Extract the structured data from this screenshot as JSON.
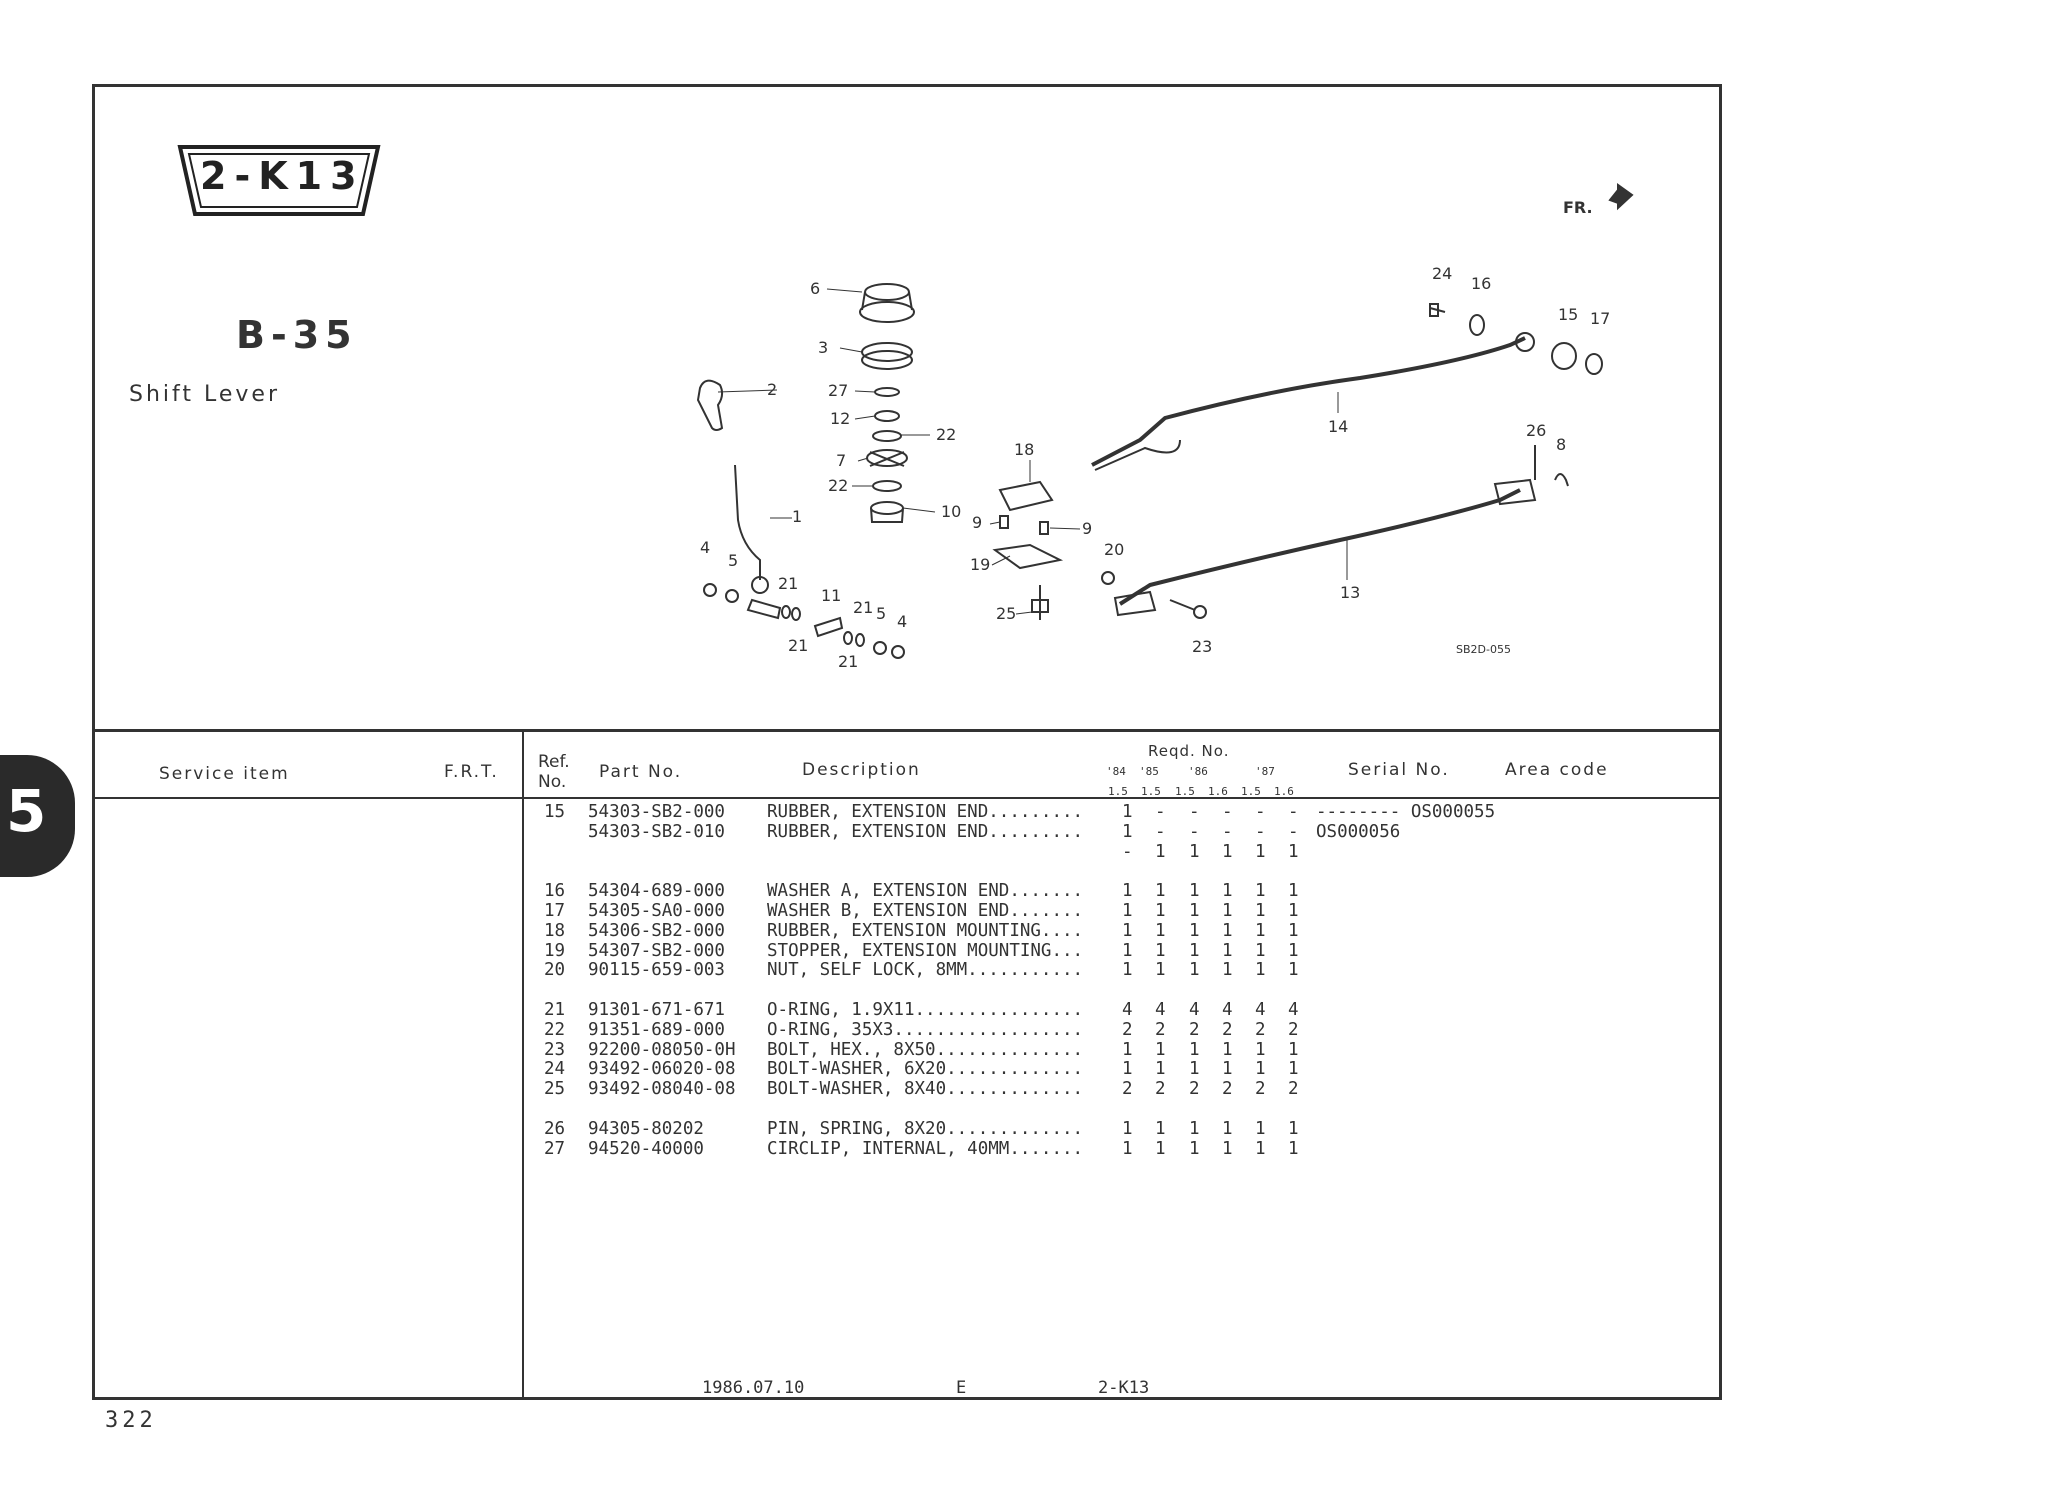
{
  "header": {
    "group_code": "2-K13",
    "group_number": "B-35",
    "section_title": "Shift Lever",
    "chapter_tab": "5"
  },
  "diagram": {
    "direction_label": "FR.",
    "drawing_code": "SB2D-055",
    "callouts": [
      "6",
      "3",
      "2",
      "27",
      "12",
      "22",
      "7",
      "22",
      "10",
      "1",
      "4",
      "5",
      "21",
      "11",
      "21",
      "5",
      "4",
      "21",
      "21",
      "18",
      "9",
      "9",
      "19",
      "20",
      "25",
      "23",
      "13",
      "14",
      "24",
      "16",
      "15",
      "17",
      "26",
      "8"
    ]
  },
  "table": {
    "headers": {
      "service_item": "Service item",
      "frt": "F.R.T.",
      "ref_no_1": "Ref.",
      "ref_no_2": "No.",
      "part_no": "Part No.",
      "description": "Description",
      "reqd_no": "Reqd. No.",
      "years": [
        "'84",
        "'85",
        "'86",
        "'87"
      ],
      "engines": [
        "1.5",
        "1.5",
        "1.5",
        "1.6",
        "1.5",
        "1.6"
      ],
      "serial_no": "Serial No.",
      "area_code": "Area code"
    },
    "groups": [
      [
        {
          "ref": "15",
          "part": "54303-SB2-000",
          "desc": "RUBBER, EXTENSION END.........",
          "qty": [
            "1",
            "-",
            "-",
            "-",
            "-",
            "-"
          ],
          "serial": "-------- OS000055"
        },
        {
          "ref": "",
          "part": "54303-SB2-010",
          "desc": "RUBBER, EXTENSION END.........",
          "qty": [
            "1",
            "-",
            "-",
            "-",
            "-",
            "-"
          ],
          "serial": "OS000056"
        },
        {
          "ref": "",
          "part": "",
          "desc": "",
          "qty": [
            "-",
            "1",
            "1",
            "1",
            "1",
            "1"
          ],
          "serial": ""
        }
      ],
      [
        {
          "ref": "16",
          "part": "54304-689-000",
          "desc": "WASHER A, EXTENSION END.......",
          "qty": [
            "1",
            "1",
            "1",
            "1",
            "1",
            "1"
          ],
          "serial": ""
        },
        {
          "ref": "17",
          "part": "54305-SA0-000",
          "desc": "WASHER B, EXTENSION END.......",
          "qty": [
            "1",
            "1",
            "1",
            "1",
            "1",
            "1"
          ],
          "serial": ""
        },
        {
          "ref": "18",
          "part": "54306-SB2-000",
          "desc": "RUBBER, EXTENSION MOUNTING....",
          "qty": [
            "1",
            "1",
            "1",
            "1",
            "1",
            "1"
          ],
          "serial": ""
        },
        {
          "ref": "19",
          "part": "54307-SB2-000",
          "desc": "STOPPER, EXTENSION MOUNTING...",
          "qty": [
            "1",
            "1",
            "1",
            "1",
            "1",
            "1"
          ],
          "serial": ""
        },
        {
          "ref": "20",
          "part": "90115-659-003",
          "desc": "NUT, SELF LOCK, 8MM...........",
          "qty": [
            "1",
            "1",
            "1",
            "1",
            "1",
            "1"
          ],
          "serial": ""
        }
      ],
      [
        {
          "ref": "21",
          "part": "91301-671-671",
          "desc": "O-RING, 1.9X11................",
          "qty": [
            "4",
            "4",
            "4",
            "4",
            "4",
            "4"
          ],
          "serial": ""
        },
        {
          "ref": "22",
          "part": "91351-689-000",
          "desc": "O-RING, 35X3..................",
          "qty": [
            "2",
            "2",
            "2",
            "2",
            "2",
            "2"
          ],
          "serial": ""
        },
        {
          "ref": "23",
          "part": "92200-08050-0H",
          "desc": "BOLT, HEX., 8X50..............",
          "qty": [
            "1",
            "1",
            "1",
            "1",
            "1",
            "1"
          ],
          "serial": ""
        },
        {
          "ref": "24",
          "part": "93492-06020-08",
          "desc": "BOLT-WASHER, 6X20.............",
          "qty": [
            "1",
            "1",
            "1",
            "1",
            "1",
            "1"
          ],
          "serial": ""
        },
        {
          "ref": "25",
          "part": "93492-08040-08",
          "desc": "BOLT-WASHER, 8X40.............",
          "qty": [
            "2",
            "2",
            "2",
            "2",
            "2",
            "2"
          ],
          "serial": ""
        }
      ],
      [
        {
          "ref": "26",
          "part": "94305-80202",
          "desc": "PIN, SPRING, 8X20.............",
          "qty": [
            "1",
            "1",
            "1",
            "1",
            "1",
            "1"
          ],
          "serial": ""
        },
        {
          "ref": "27",
          "part": "94520-40000",
          "desc": "CIRCLIP, INTERNAL, 40MM.......",
          "qty": [
            "1",
            "1",
            "1",
            "1",
            "1",
            "1"
          ],
          "serial": ""
        }
      ]
    ]
  },
  "footer": {
    "date": "1986.07.10",
    "edition": "E",
    "group_code": "2-K13",
    "page_number": "322"
  }
}
